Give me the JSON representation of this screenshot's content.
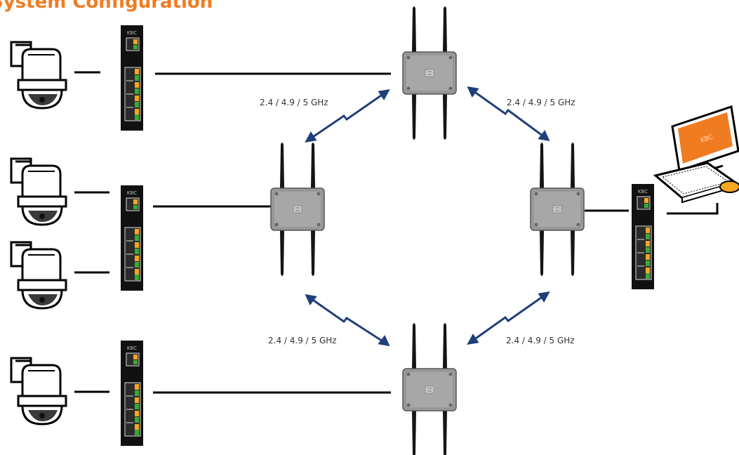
{
  "title": "System Configuration",
  "links": [
    {
      "label": "2.4 / 4.9 / 5 GHz"
    },
    {
      "label": "2.4 / 4.9 / 5 GHz"
    },
    {
      "label": "2.4 / 4.9 / 5 GHz"
    },
    {
      "label": "2.4 / 4.9 / 5 GHz"
    }
  ],
  "brand": "KBC",
  "colors": {
    "title": "#f07c22",
    "link_arrow": "#1f3f7a",
    "switch_body": "#111111",
    "port_orange": "#f5a623",
    "port_green": "#3aaa35",
    "ap_body": "#9a9a9a",
    "monitor_screen": "#f07c22"
  },
  "icons": [
    "ptz-camera-icon",
    "ethernet-switch-icon",
    "wireless-access-point-icon",
    "workstation-icon"
  ]
}
